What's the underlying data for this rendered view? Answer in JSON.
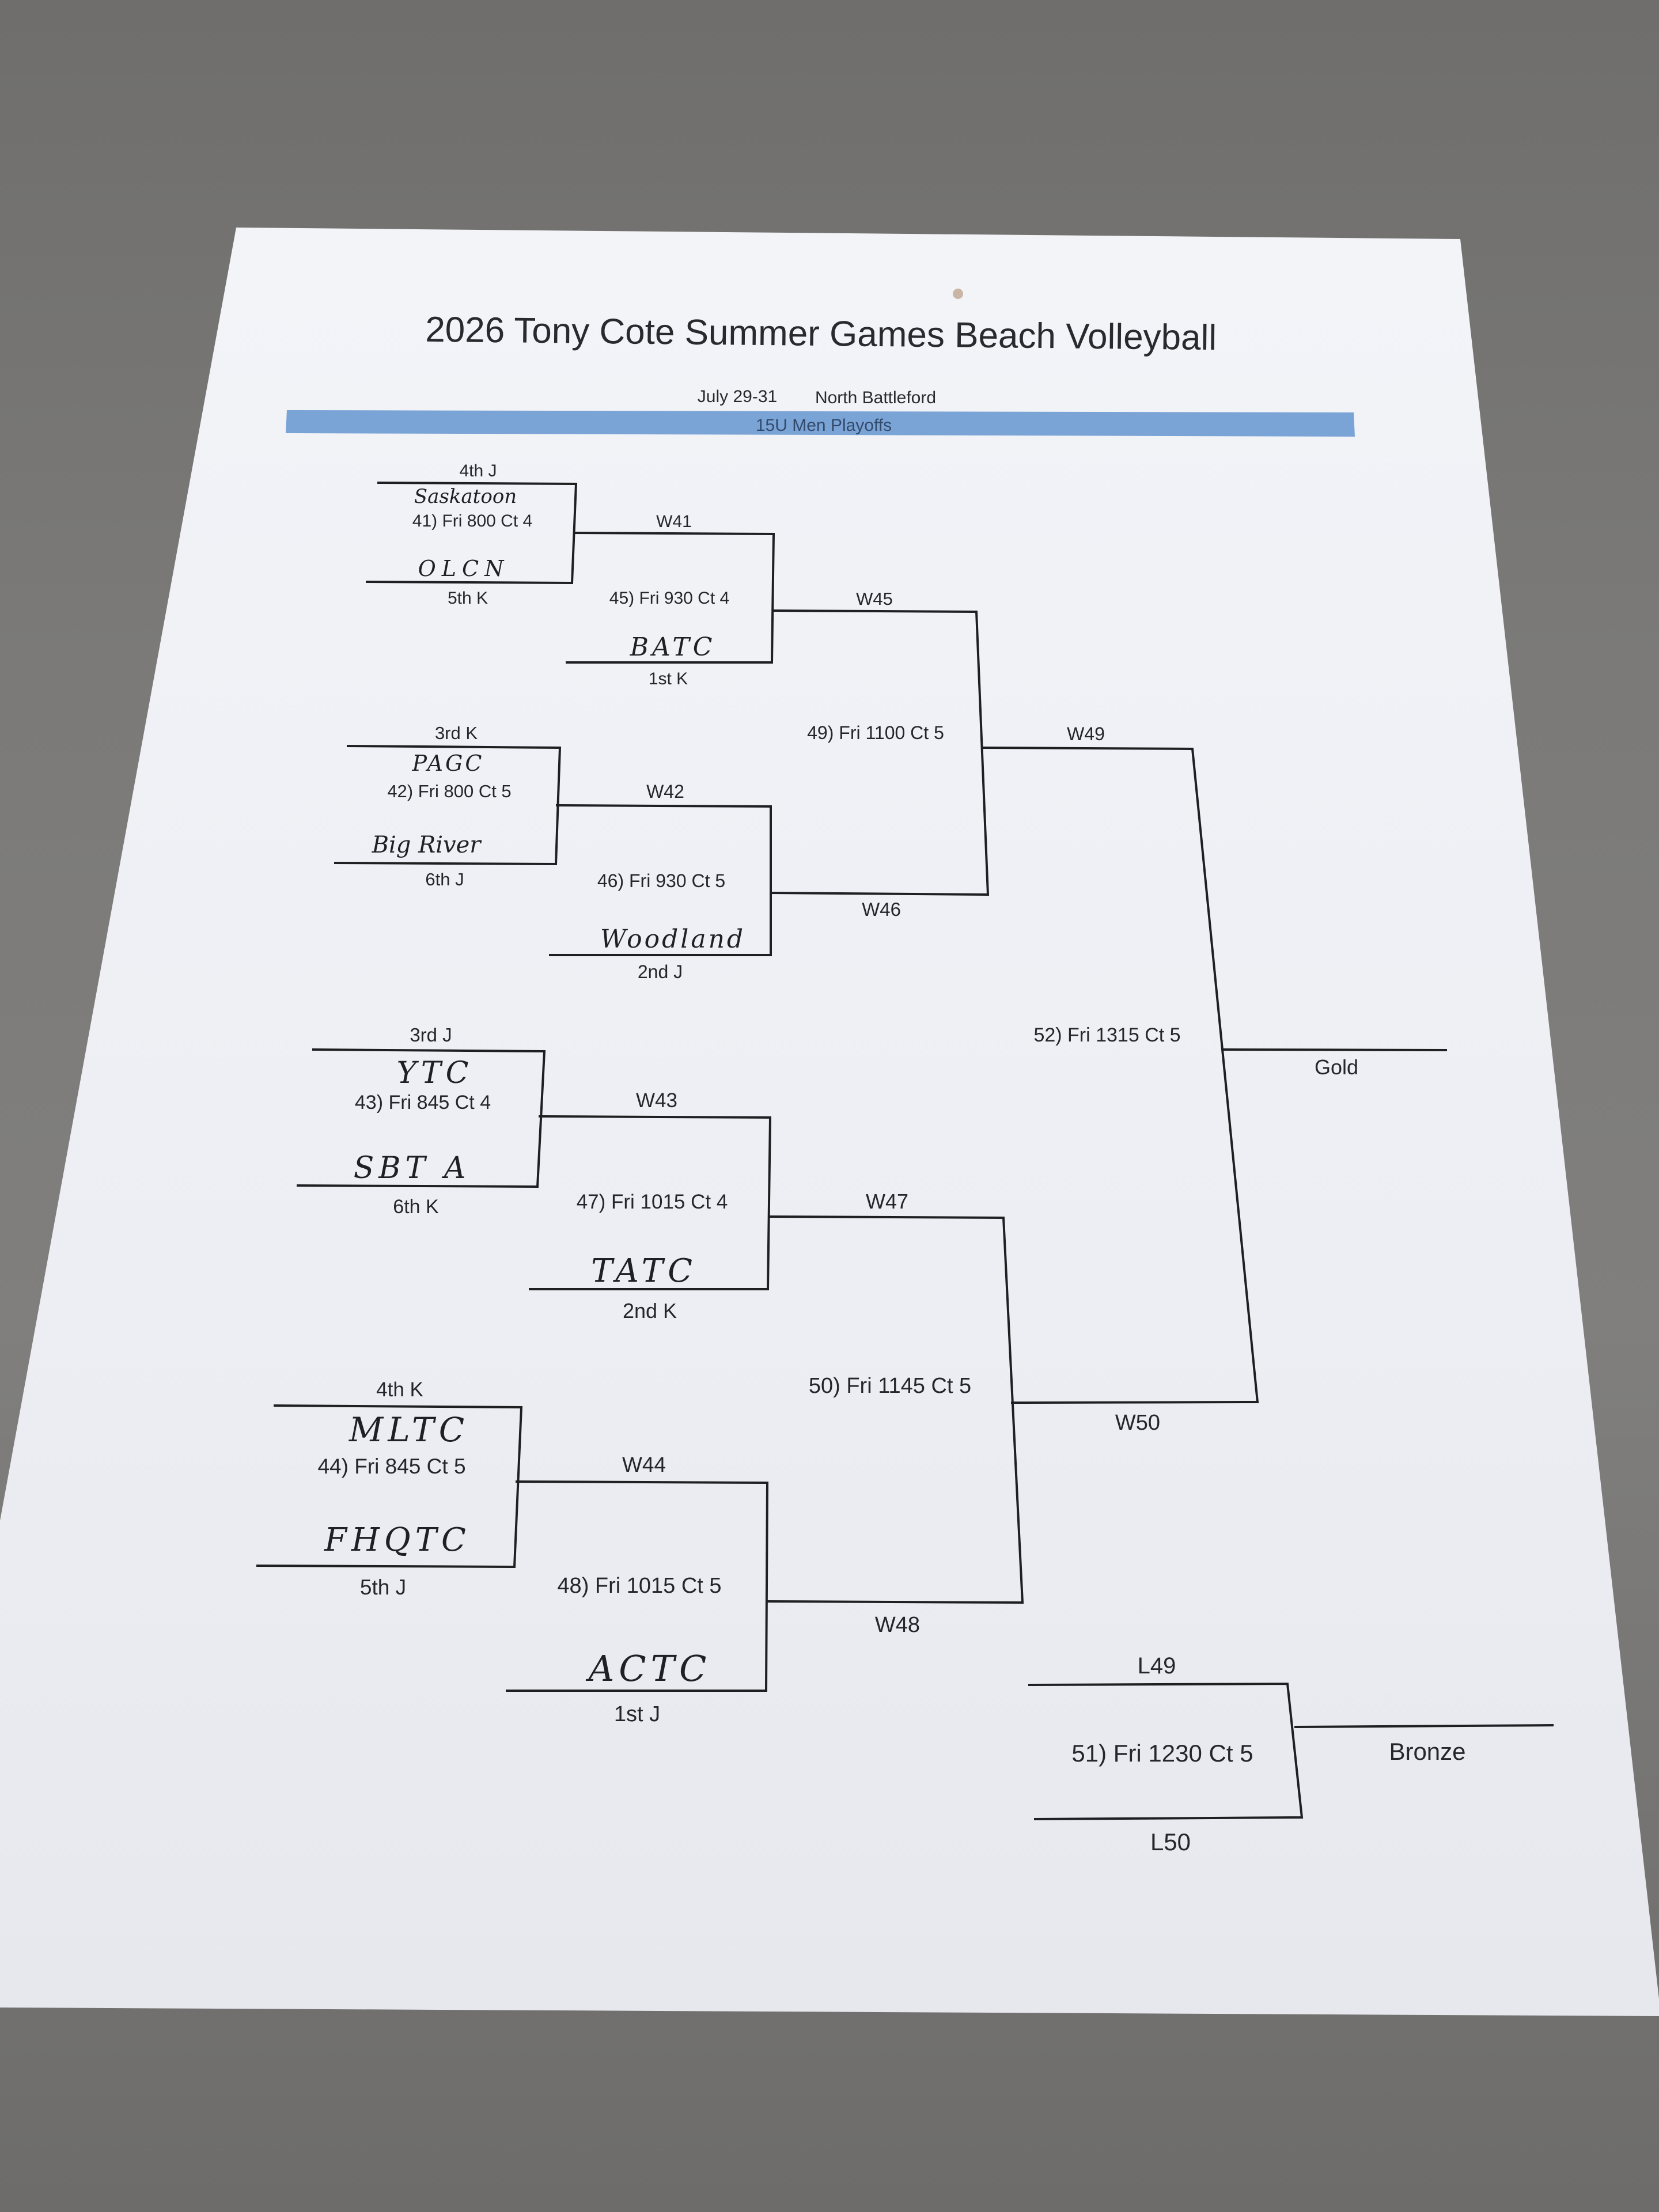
{
  "header": {
    "title": "2026 Tony Cote Summer Games Beach Volleyball",
    "dates": "July 29-31",
    "location": "North Battleford",
    "division": "15U Men Playoffs"
  },
  "round1": [
    {
      "match": "41) Fri 800 Ct 4",
      "top_seed": "4th J",
      "top_team": "Saskatoon",
      "bottom_team": "OLCN",
      "bottom_seed": "5th K"
    },
    {
      "match": "42) Fri 800 Ct 5",
      "top_seed": "3rd K",
      "top_team": "PAGC",
      "bottom_team": "Big River",
      "bottom_seed": "6th J"
    },
    {
      "match": "43) Fri 845 Ct 4",
      "top_seed": "3rd J",
      "top_team": "YTC",
      "bottom_team": "SBT A",
      "bottom_seed": "6th K"
    },
    {
      "match": "44) Fri 845 Ct 5",
      "top_seed": "4th K",
      "top_team": "MLTC",
      "bottom_team": "FHQTC",
      "bottom_seed": "5th J"
    }
  ],
  "round2": [
    {
      "match": "45) Fri 930 Ct 4",
      "top": "W41",
      "bottom_team": "BATC",
      "bottom_seed": "1st K"
    },
    {
      "match": "46) Fri 930 Ct 5",
      "top": "W42",
      "bottom_team": "Woodland",
      "bottom_seed": "2nd J"
    },
    {
      "match": "47) Fri 1015 Ct 4",
      "top": "W43",
      "bottom_team": "TATC",
      "bottom_seed": "2nd K"
    },
    {
      "match": "48) Fri 1015 Ct 5",
      "top": "W44",
      "bottom_team": "ACTC",
      "bottom_seed": "1st J"
    }
  ],
  "semis": [
    {
      "match": "49) Fri 1100 Ct 5",
      "top": "W45",
      "bottom": "W46"
    },
    {
      "match": "50) Fri 1145 Ct 5",
      "top": "W47",
      "bottom": "W48"
    }
  ],
  "final": {
    "match": "52) Fri 1315 Ct 5",
    "top": "W49",
    "bottom": "W50",
    "result": "Gold"
  },
  "bronze": {
    "match": "51) Fri 1230 Ct 5",
    "top": "L49",
    "bottom": "L50",
    "result": "Bronze"
  }
}
